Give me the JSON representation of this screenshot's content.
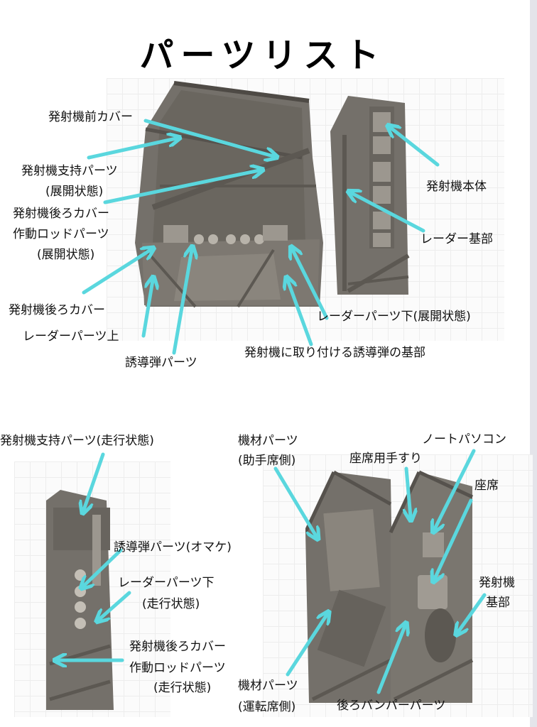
{
  "title": "パーツリスト",
  "colors": {
    "arrow": "#5ad7de",
    "model": "#74706a",
    "model_dark": "#56524d",
    "model_light": "#9c978f",
    "background": "#ffffff",
    "grid": "#ececec"
  },
  "top_section": {
    "labels": {
      "launcher_front_cover": "発射機前カバー",
      "launcher_support_deployed_1": "発射機支持パーツ",
      "launcher_support_deployed_2": "(展開状態)",
      "rear_cover_rod_deployed_1": "発射機後ろカバー",
      "rear_cover_rod_deployed_2": "作動ロッドパーツ",
      "rear_cover_rod_deployed_3": "(展開状態)",
      "launcher_rear_cover": "発射機後ろカバー",
      "radar_upper": "レーダーパーツ上",
      "missile_parts": "誘導弾パーツ",
      "missile_base": "発射機に取り付ける誘導弾の基部",
      "radar_lower_deployed": "レーダーパーツ下(展開状態)",
      "launcher_body": "発射機本体",
      "radar_base": "レーダー基部"
    }
  },
  "bottom_section": {
    "labels": {
      "launcher_support_driving": "発射機支持パーツ(走行状態)",
      "missile_parts_extra": "誘導弾パーツ(オマケ)",
      "radar_lower_driving_1": "レーダーパーツ下",
      "radar_lower_driving_2": "(走行状態)",
      "rear_cover_rod_driving_1": "発射機後ろカバー",
      "rear_cover_rod_driving_2": "作動ロッドパーツ",
      "rear_cover_rod_driving_3": "(走行状態)",
      "equipment_passenger_1": "機材パーツ",
      "equipment_passenger_2": "(助手席側)",
      "seat_handrail": "座席用手すり",
      "laptop": "ノートパソコン",
      "seat": "座席",
      "launcher_base_1": "発射機",
      "launcher_base_2": "基部",
      "equipment_driver_1": "機材パーツ",
      "equipment_driver_2": "(運転席側)",
      "rear_bumper": "後ろバンパーパーツ"
    }
  }
}
